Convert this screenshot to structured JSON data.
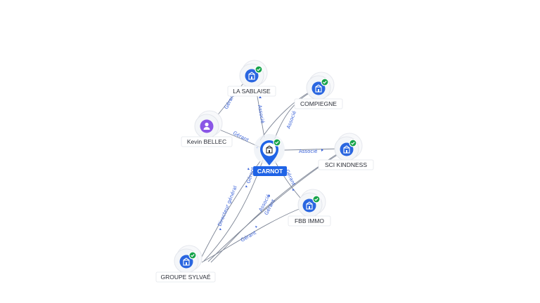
{
  "colors": {
    "company": "#2a66e0",
    "person": "#8a56e6",
    "verified": "#16a34a",
    "edge": "#7d8595",
    "edge_label": "#3b63d9",
    "center_pin": "#1f63e6"
  },
  "nodes": {
    "carnot": {
      "label": "CARNOT",
      "kind": "company-center",
      "icon": "building-icon",
      "verified": true
    },
    "sablaise": {
      "label": "LA SABLAISE",
      "kind": "company",
      "icon": "building-icon",
      "verified": true
    },
    "compiegne": {
      "label": "COMPIEGNE",
      "kind": "company",
      "icon": "building-icon",
      "verified": true
    },
    "kevin": {
      "label": "Kevin BELLEC",
      "kind": "person",
      "icon": "person-icon",
      "verified": false
    },
    "kindness": {
      "label": "SCI KINDNESS",
      "kind": "company",
      "icon": "building-icon",
      "verified": true
    },
    "fbb": {
      "label": "FBB IMMO",
      "kind": "company",
      "icon": "building-icon",
      "verified": true
    },
    "sylvae": {
      "label": "GROUPE SYLVAÉ",
      "kind": "company",
      "icon": "building-icon",
      "verified": true
    }
  },
  "edges": {
    "e1": {
      "label": "Gérant"
    },
    "e2": {
      "label": "Associé"
    },
    "e3": {
      "label": "Gérant"
    },
    "e4": {
      "label": "Associé"
    },
    "e5": {
      "label": "Associé"
    },
    "e6": {
      "label": "Directeur général"
    },
    "e7": {
      "label": "Gérant"
    },
    "e8": {
      "label": "Gérant"
    },
    "e9": {
      "label": "Associé"
    },
    "e10": {
      "label": "Gérant"
    },
    "e11": {
      "label": "Gérant"
    }
  }
}
